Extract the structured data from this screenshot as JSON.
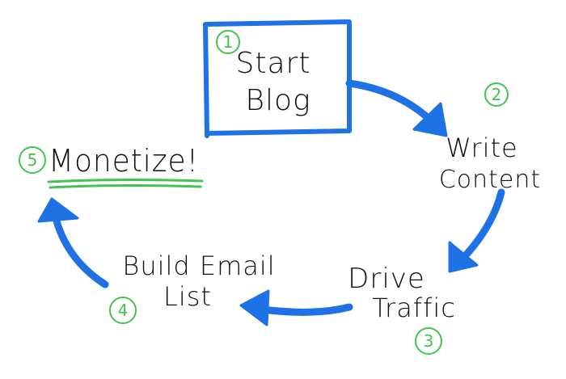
{
  "steps": [
    {
      "number": "1",
      "line1": "Start",
      "line2": "Blog"
    },
    {
      "number": "2",
      "line1": "Write",
      "line2": "Content"
    },
    {
      "number": "3",
      "line1": "Drive",
      "line2": "Traffic"
    },
    {
      "number": "4",
      "line1": "Build Email",
      "line2": "List"
    },
    {
      "number": "5",
      "line1": "Monetize!"
    }
  ],
  "colors": {
    "arrow": "#1f72e6",
    "number_and_underline": "#43c34f",
    "text": "#111111"
  }
}
